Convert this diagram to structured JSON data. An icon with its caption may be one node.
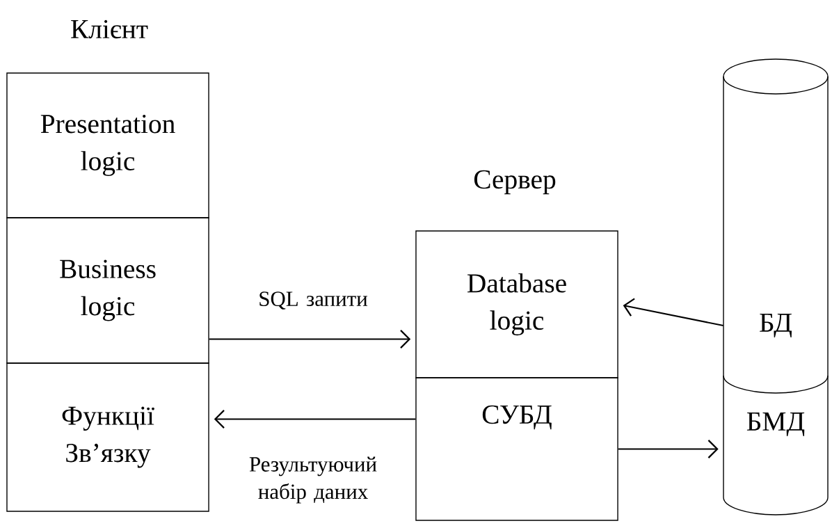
{
  "diagram": {
    "nodes": [
      {
        "text": [
          "Presentation logic"
        ]
      },
      {
        "text": [
          "Business logic"
        ]
      },
      {
        "text": [
          "Функції Зв’язку"
        ]
      },
      {
        "text": [
          "Database logic"
        ]
      },
      {
        "text": [
          "СУБД"
        ]
      },
      {
        "text": [
          "БД"
        ]
      },
      {
        "text": [
          "БМД"
        ]
      }
    ],
    "edges": [
      {
        "from": 1,
        "to": 3,
        "arrow": "to",
        "label": "SQL запити"
      },
      {
        "from": 4,
        "to": 2,
        "arrow": "to",
        "label": "Результуючий набір даних"
      },
      {
        "from": 5,
        "to": 3,
        "arrow": "to"
      },
      {
        "from": 4,
        "to": 6,
        "arrow": "to"
      }
    ],
    "labels": [
      "Клієнт",
      "Сервер"
    ]
  }
}
